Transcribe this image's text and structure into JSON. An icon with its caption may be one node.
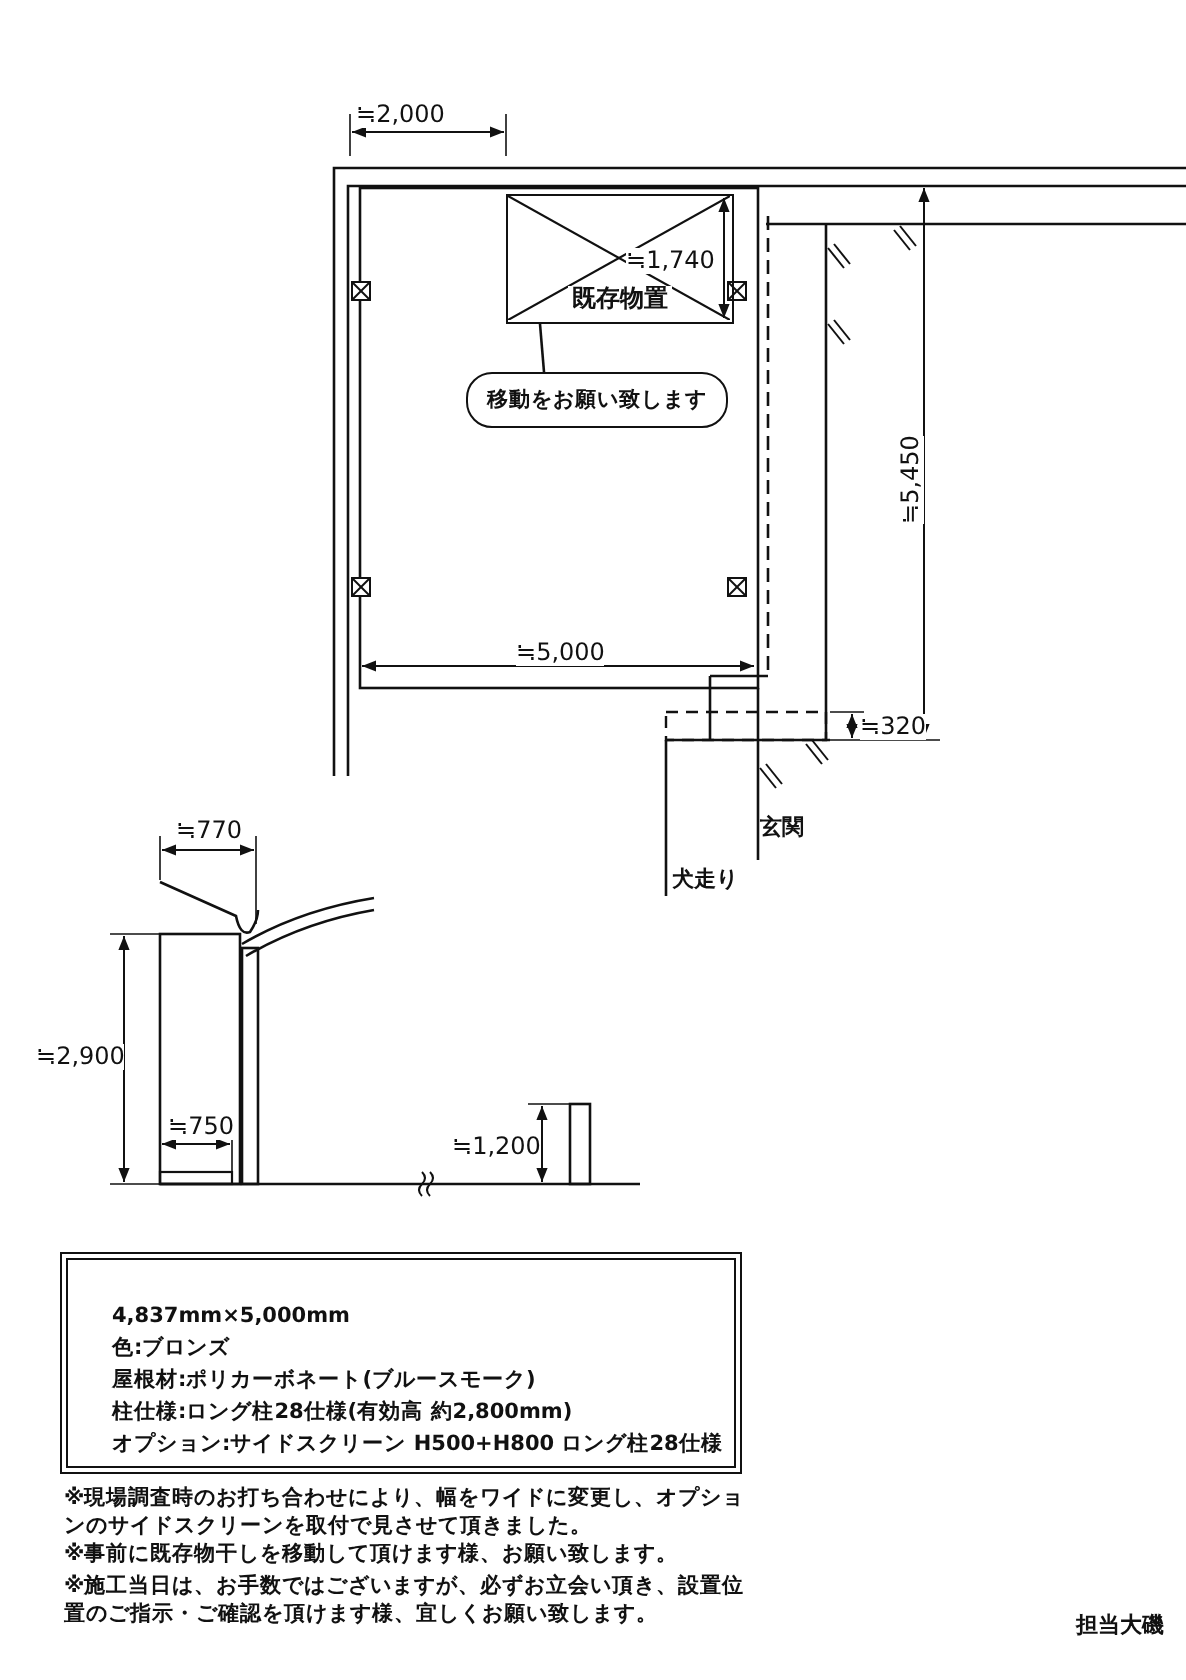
{
  "diagram": {
    "nodes": [
      {
        "text": [
          "既存物置"
        ]
      },
      {
        "text": [
          "移動をお願い致します"
        ]
      },
      {
        "text": [
          "4,837mm×5,000mm",
          "色:ブロンズ",
          "屋根材:ポリカーボネート(ブルースモーク)",
          "柱仕様:ロング柱28仕様(有効高 約2,800mm)",
          "オプション:サイドスクリーン H500+H800 ロング柱28仕様"
        ]
      }
    ],
    "edges": [
      {
        "from": 1,
        "to": 0,
        "arrow": "none"
      }
    ],
    "labels": [
      "≒2,000",
      "≒1,740",
      "≒5,450",
      "≒5,000",
      "≒320",
      "玄関",
      "犬走り",
      "≒770",
      "≒2,900",
      "≒750",
      "≒1,200",
      "※現場調査時のお打ち合わせにより、幅をワイドに変更し、オプションのサイドスクリーンを取付で見させて頂きました。",
      "※事前に既存物干しを移動して頂けます様、お願い致します。",
      "※施工当日は、お手数ではございますが、必ずお立会い頂き、設置位置のご指示・ご確認を頂けます様、宜しくお願い致します。",
      "担当大磯"
    ]
  }
}
